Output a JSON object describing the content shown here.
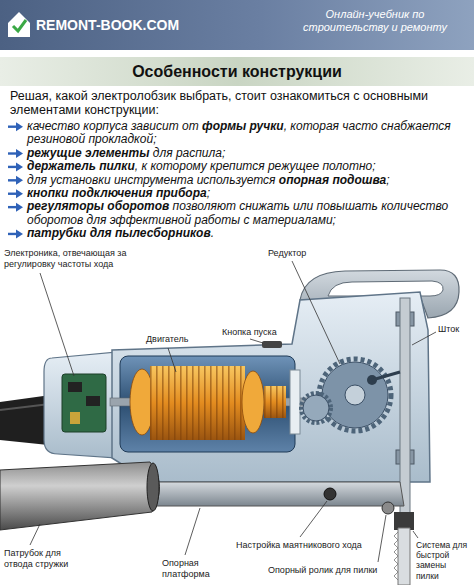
{
  "diagram": {
    "title": "Особенности конструкции",
    "nodes": [
      {
        "text": [
          "REMONT-BOOK.COM",
          "Онлайн-учебник по строительству и ремонту"
        ]
      }
    ],
    "labels": [
      "Решая, какой электролобзик выбрать, стоит ознакомиться с основными элементами конструкции:",
      "качество корпуса зависит от",
      "формы ручки",
      ", которая часто снабжается резиновой прокладкой;",
      "режущие элементы",
      "для распила;",
      "держатель пилки",
      ", к которому крепится режущее полотно;",
      "для установки инструмента используется",
      "опорная подошва",
      ";",
      "кнопки подключения прибора",
      ";",
      "регуляторы оборотов",
      "позволяют снижать или повышать количество оборотов для эффективной работы с материалами;",
      "патрубки для пылесборников",
      ".",
      "Электроника, отвечающая за регулировку частоты хода",
      "Редуктор",
      "Двигатель",
      "Кнопка пуска",
      "Шток",
      "Патрубок для отвода стружки",
      "Опорная платформа",
      "Настройка маятникового хода",
      "Опорный ролик для пилки",
      "Система для быстрой замены пилки"
    ]
  }
}
